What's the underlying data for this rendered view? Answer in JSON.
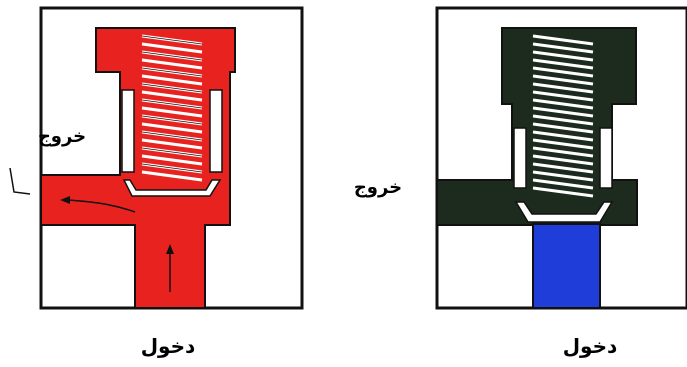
{
  "panels": [
    {
      "id": "open-valve",
      "outlet_label": "خروج",
      "inlet_label": "دخول",
      "fluid_color": "#e8231f"
    },
    {
      "id": "closed-valve",
      "outlet_label": "خروج",
      "inlet_label": "دخول",
      "fluid_color": "#1f3dd8",
      "chamber_color": "#1c2b1e"
    }
  ],
  "colors": {
    "body_outline": "#111111",
    "spring": "#ffffff",
    "background": "#ffffff"
  }
}
